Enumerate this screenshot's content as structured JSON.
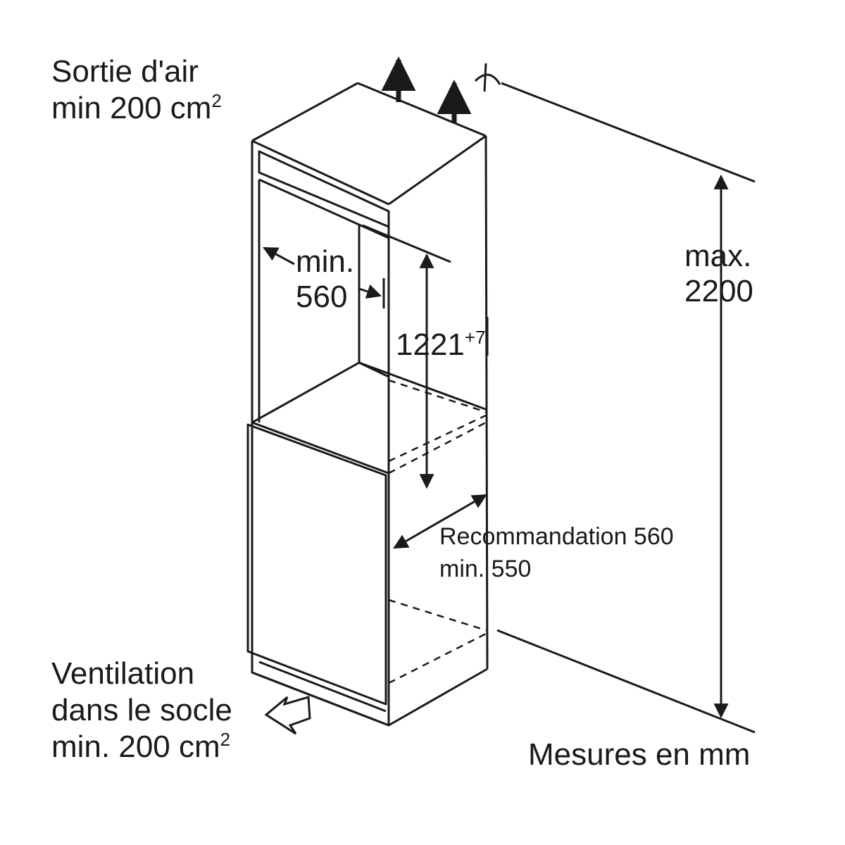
{
  "labels": {
    "air_outlet_line1": "Sortie d'air",
    "air_outlet_line2": "min 200 cm",
    "air_outlet_sup": "2",
    "niche_width_line1": "min.",
    "niche_width_line2": "560",
    "niche_height": "1221",
    "niche_height_sup": "+7",
    "total_height_line1": "max.",
    "total_height_line2": "2200",
    "depth_line1": "Recommandation 560",
    "depth_line2": "min. 550",
    "plinth_line1": "Ventilation",
    "plinth_line2": "dans le socle",
    "plinth_line3": "min. 200 cm",
    "plinth_sup": "2",
    "units": "Mesures en mm"
  },
  "colors": {
    "ink": "#1a1a1a",
    "background": "#ffffff"
  }
}
